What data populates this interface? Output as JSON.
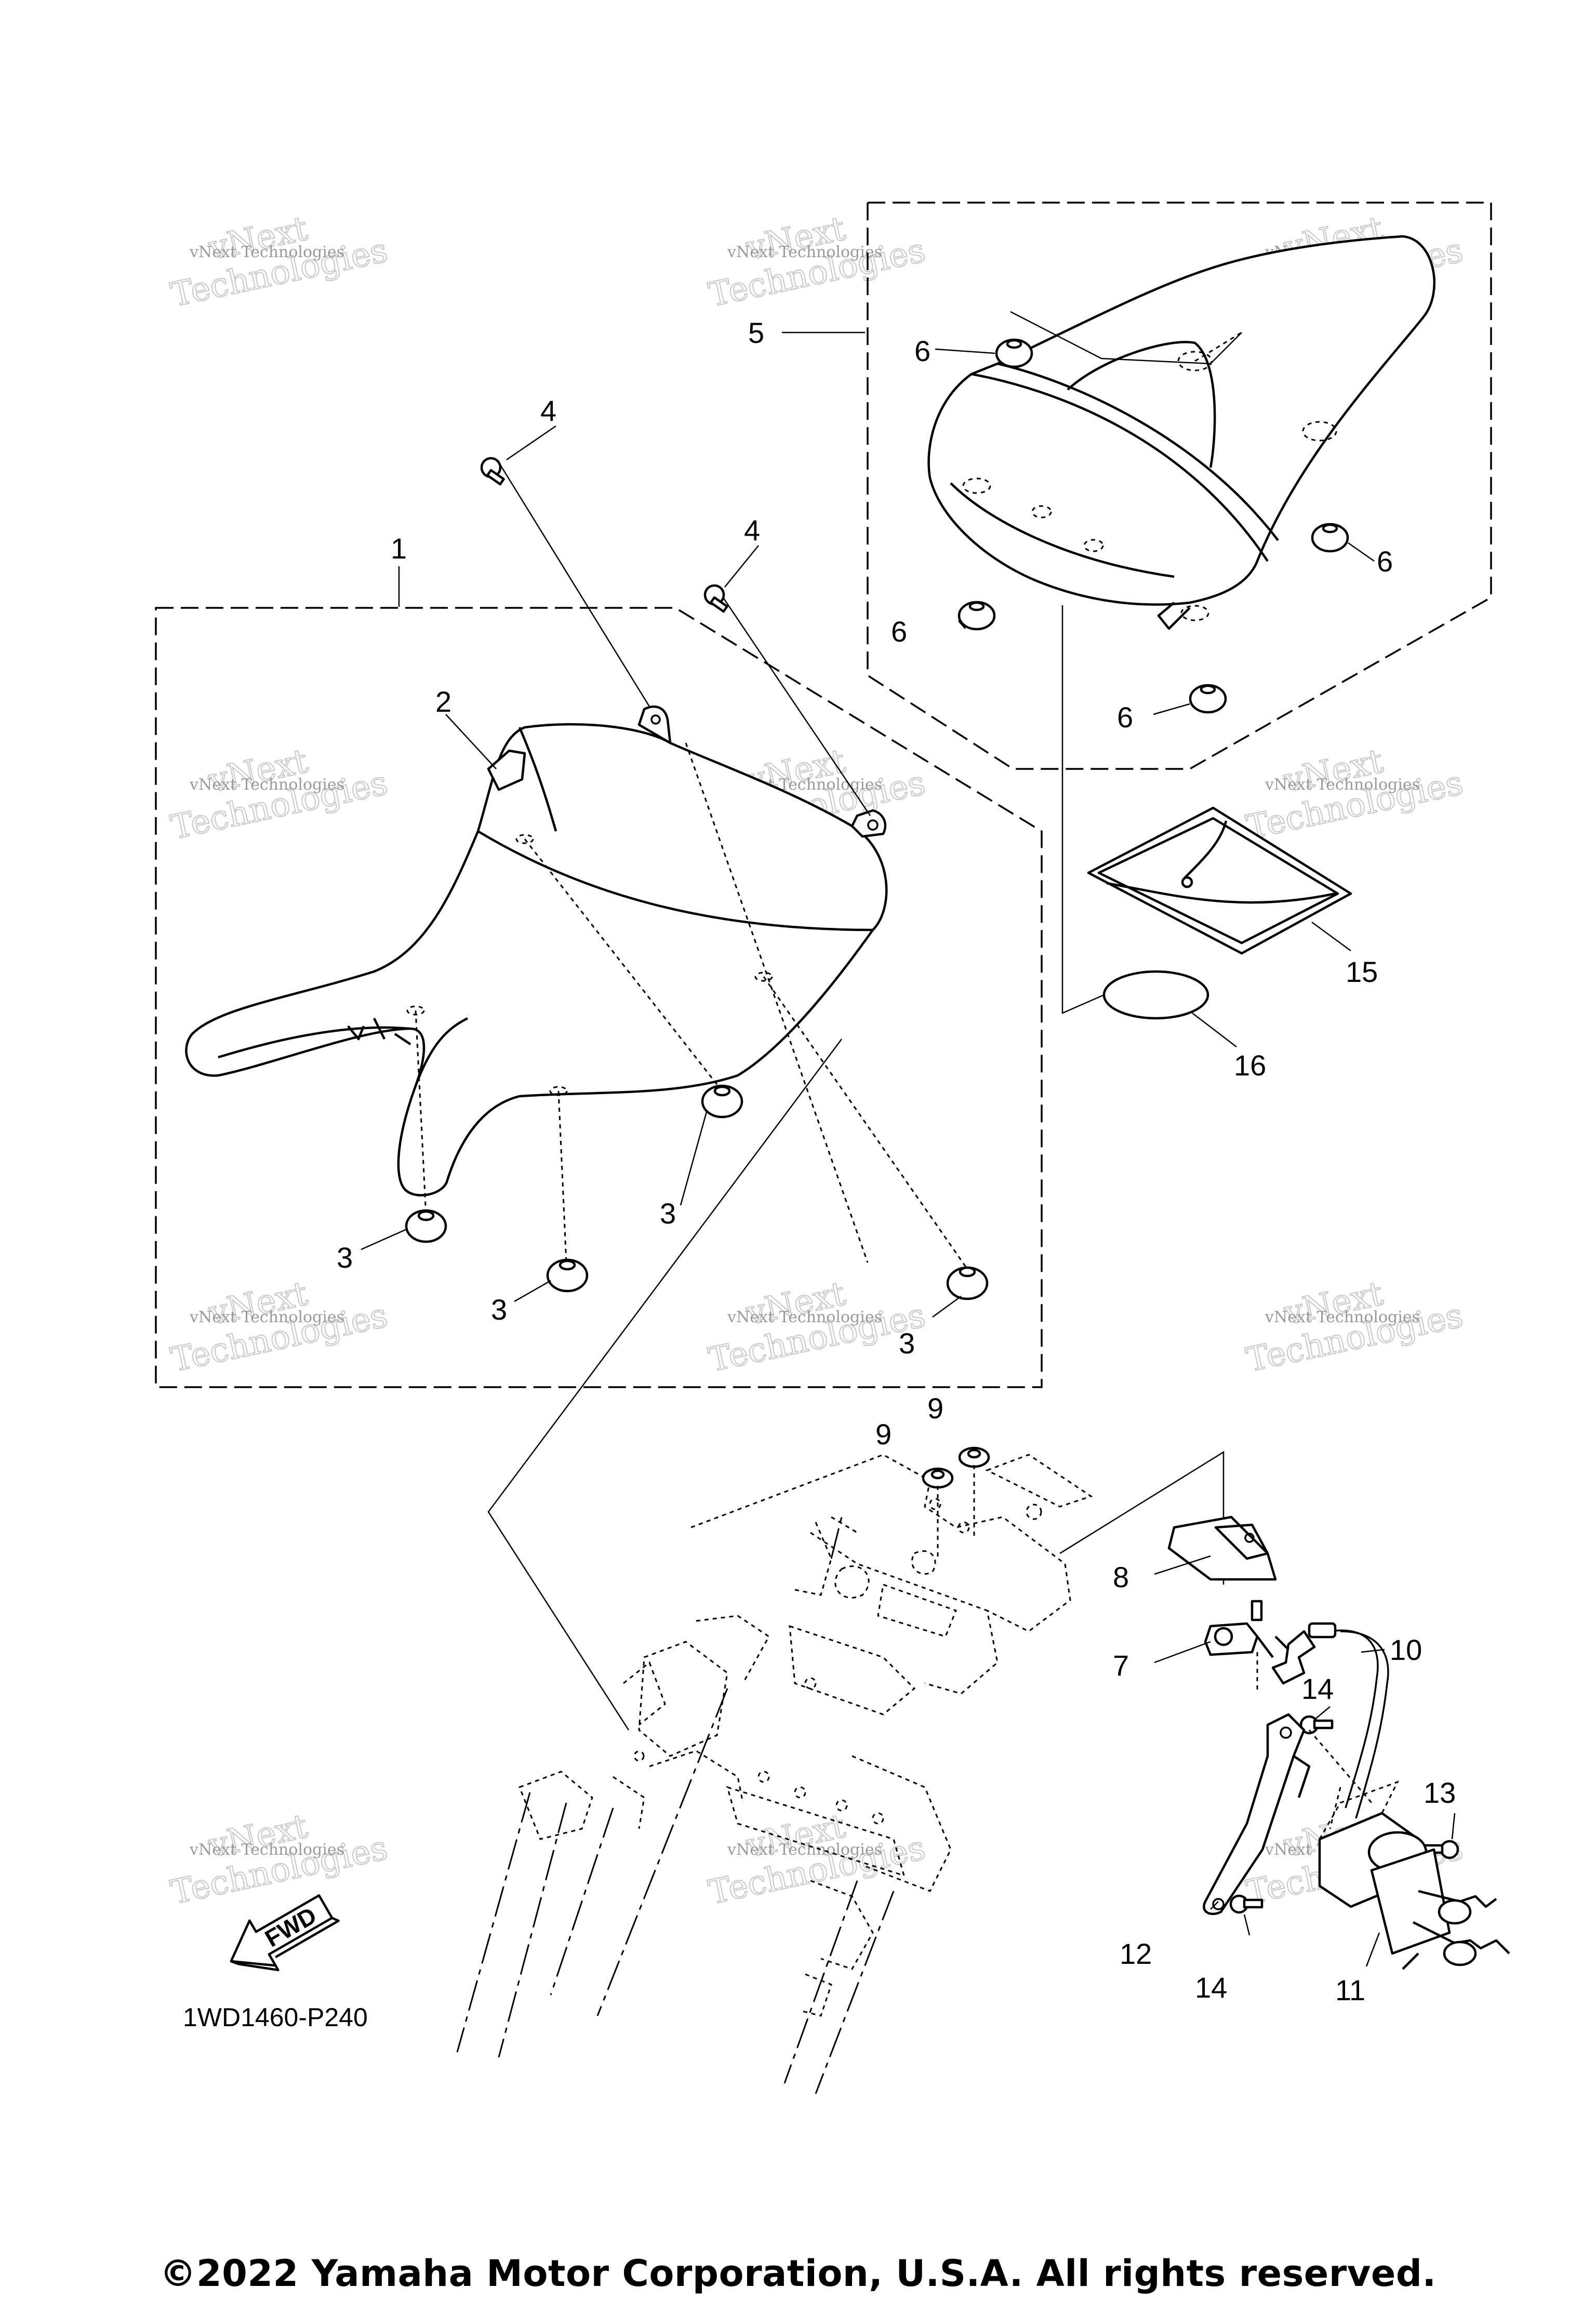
{
  "diagram": {
    "callouts": {
      "n1": "1",
      "n2": "2",
      "n3": "3",
      "n4": "4",
      "n5": "5",
      "n6": "6",
      "n7": "7",
      "n8": "8",
      "n9": "9",
      "n10": "10",
      "n11": "11",
      "n12": "12",
      "n13": "13",
      "n14": "14",
      "n15": "15",
      "n16": "16"
    },
    "diagram_code": "1WD1460-P240",
    "fwd_label": "FWD",
    "watermark": {
      "line1": "vNext Technologies",
      "big_top": "vNext",
      "big_bottom": "Technologies"
    },
    "copyright": "©2022 Yamaha Motor Corporation, U.S.A. All rights reserved."
  }
}
